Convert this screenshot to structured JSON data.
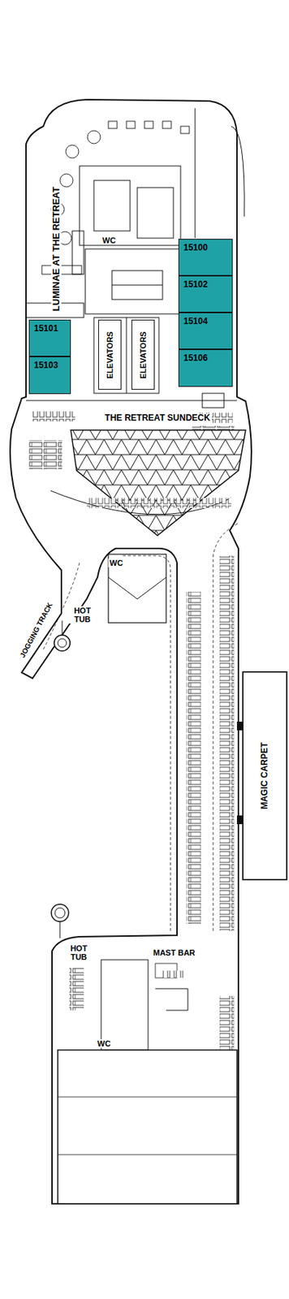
{
  "diagram": {
    "nodes": [
      {
        "text": [
          "15100"
        ]
      },
      {
        "text": [
          "15102"
        ]
      },
      {
        "text": [
          "15104"
        ]
      },
      {
        "text": [
          "15106"
        ]
      },
      {
        "text": [
          "15101"
        ]
      },
      {
        "text": [
          "15103"
        ]
      },
      {
        "text": [
          "ELEVATORS"
        ]
      },
      {
        "text": [
          "ELEVATORS"
        ]
      },
      {
        "text": [
          "MAGIC CARPET"
        ]
      }
    ],
    "labels": [
      "LUMINAE AT THE RETREAT",
      "WC",
      "THE RETREAT SUNDECK",
      "WC",
      "HOT TUB",
      "JOGGING TRACK",
      "HOT TUB",
      "MAST BAR",
      "WC"
    ]
  }
}
